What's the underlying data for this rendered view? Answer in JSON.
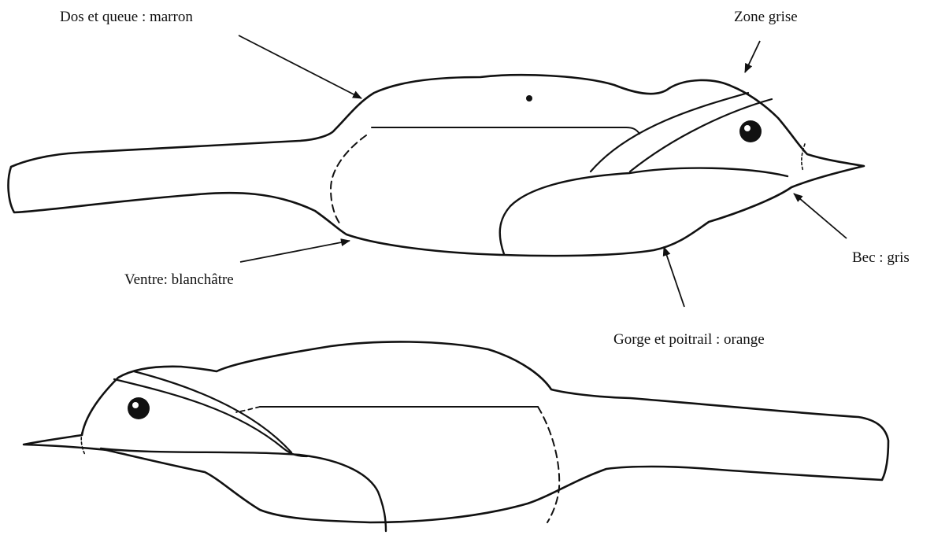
{
  "labels": {
    "back_tail": "Dos  et queue : marron",
    "grey_zone": "Zone grise",
    "belly": "Ventre: blanchâtre",
    "beak": "Bec : gris",
    "throat_breast": "Gorge et poitrail : orange"
  },
  "colors": {
    "ink": "#111111",
    "background": "#ffffff"
  }
}
